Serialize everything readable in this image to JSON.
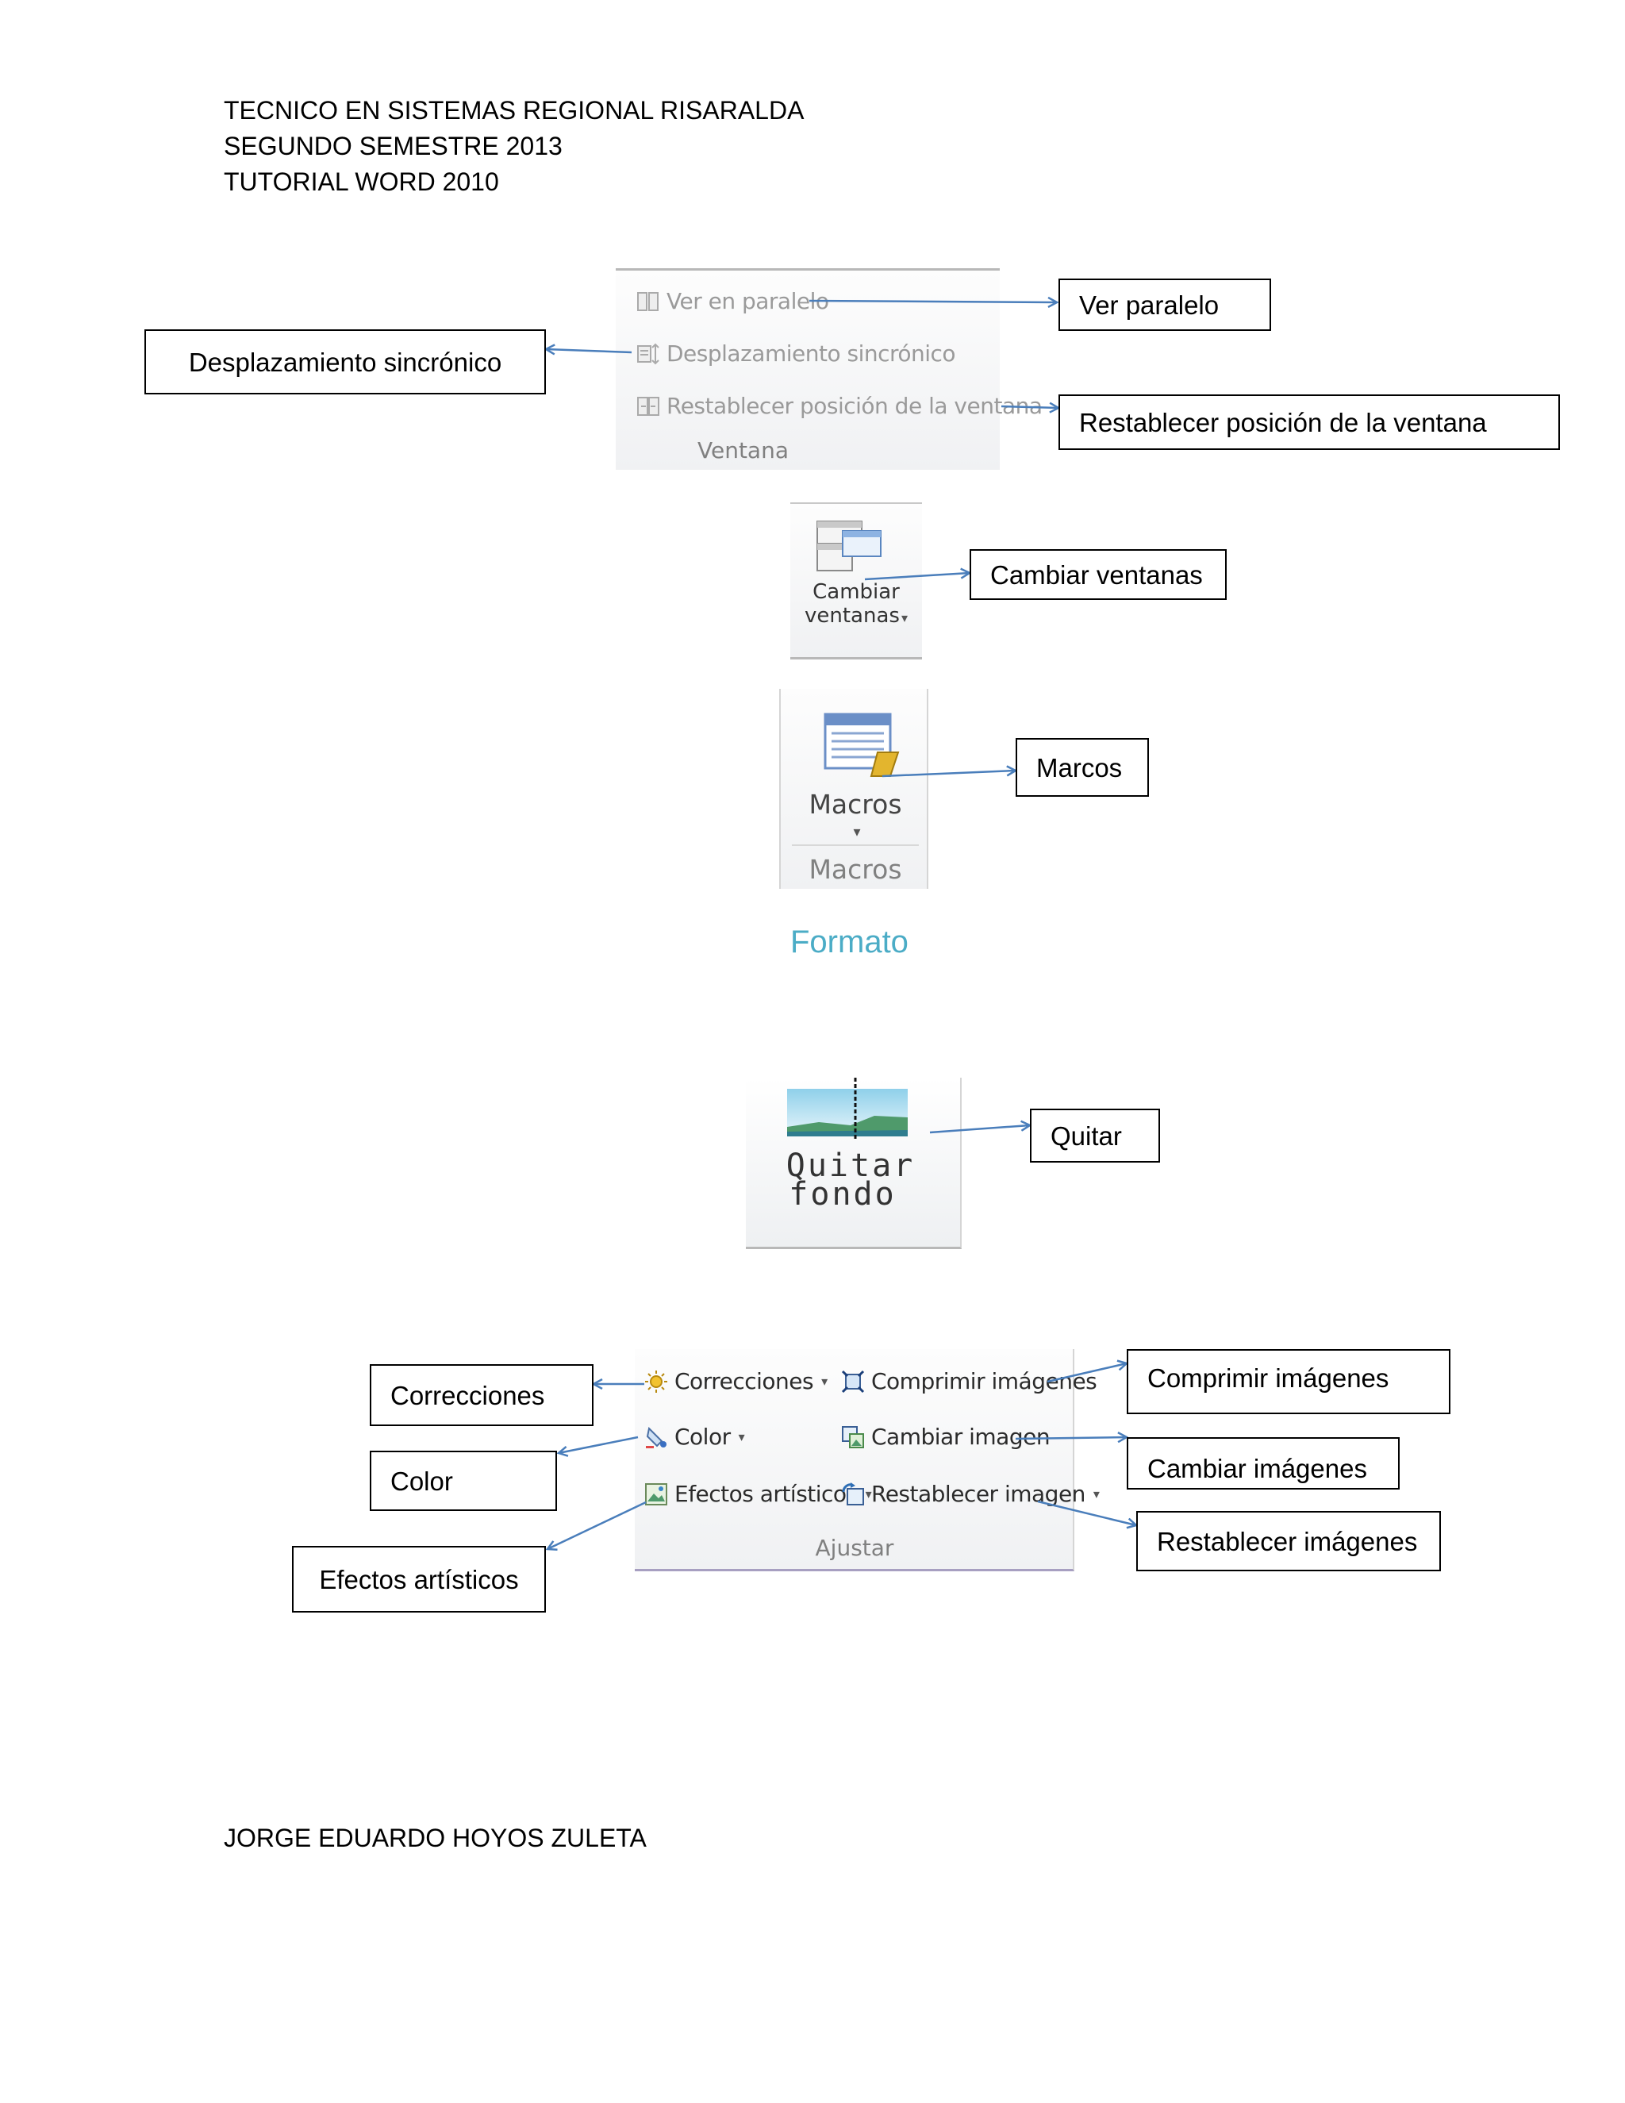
{
  "header": {
    "line1": "TECNICO EN SISTEMAS REGIONAL RISARALDA",
    "line2": "SEGUNDO SEMESTRE  2013",
    "line3": "TUTORIAL WORD 2010"
  },
  "ventana_panel": {
    "items": [
      {
        "label": "Ver en paralelo"
      },
      {
        "label": "Desplazamiento sincrónico"
      },
      {
        "label": "Restablecer posición de la ventana"
      }
    ],
    "group_label": "Ventana"
  },
  "cambiar_panel": {
    "line1": "Cambiar",
    "line2": "ventanas",
    "caret": "▾"
  },
  "macros_panel": {
    "button_label": "Macros",
    "caret": "▾",
    "group_label": "Macros"
  },
  "section_title": "Formato",
  "quitar_panel": {
    "line1": "Quitar",
    "line2": "fondo"
  },
  "ajustar_panel": {
    "col1": [
      {
        "label": "Correcciones",
        "caret": "▾"
      },
      {
        "label": "Color",
        "caret": "▾"
      },
      {
        "label": "Efectos artísticos",
        "caret": "▾"
      }
    ],
    "col2": [
      {
        "label": "Comprimir imágenes",
        "caret": ""
      },
      {
        "label": "Cambiar imagen",
        "caret": ""
      },
      {
        "label": "Restablecer imagen",
        "caret": "▾"
      }
    ],
    "group_label": "Ajustar"
  },
  "callouts": {
    "ver_paralelo": "Ver paralelo",
    "desplazamiento": "Desplazamiento sincrónico",
    "restablecer_posicion": "Restablecer posición de la ventana",
    "cambiar_ventanas": "Cambiar ventanas",
    "marcos": "Marcos",
    "quitar": "Quitar",
    "correcciones": "Correcciones",
    "color": "Color",
    "efectos": "Efectos artísticos",
    "comprimir": "Comprimir imágenes",
    "cambiar_imagenes": "Cambiar imágenes",
    "restablecer_imagenes": "Restablecer imágenes"
  },
  "footer": {
    "author": "JORGE EDUARDO HOYOS ZULETA"
  },
  "colors": {
    "arrow": "#4a7ebb",
    "title": "#4bacc6",
    "disabled_text": "#9a9a9a",
    "group_label": "#808080"
  },
  "icons": [
    "window-side-by-side-icon",
    "sync-scroll-icon",
    "reset-window-icon",
    "switch-windows-icon",
    "macros-icon",
    "remove-background-icon",
    "corrections-icon",
    "color-icon",
    "artistic-effects-icon",
    "compress-pictures-icon",
    "change-picture-icon",
    "reset-picture-icon"
  ]
}
